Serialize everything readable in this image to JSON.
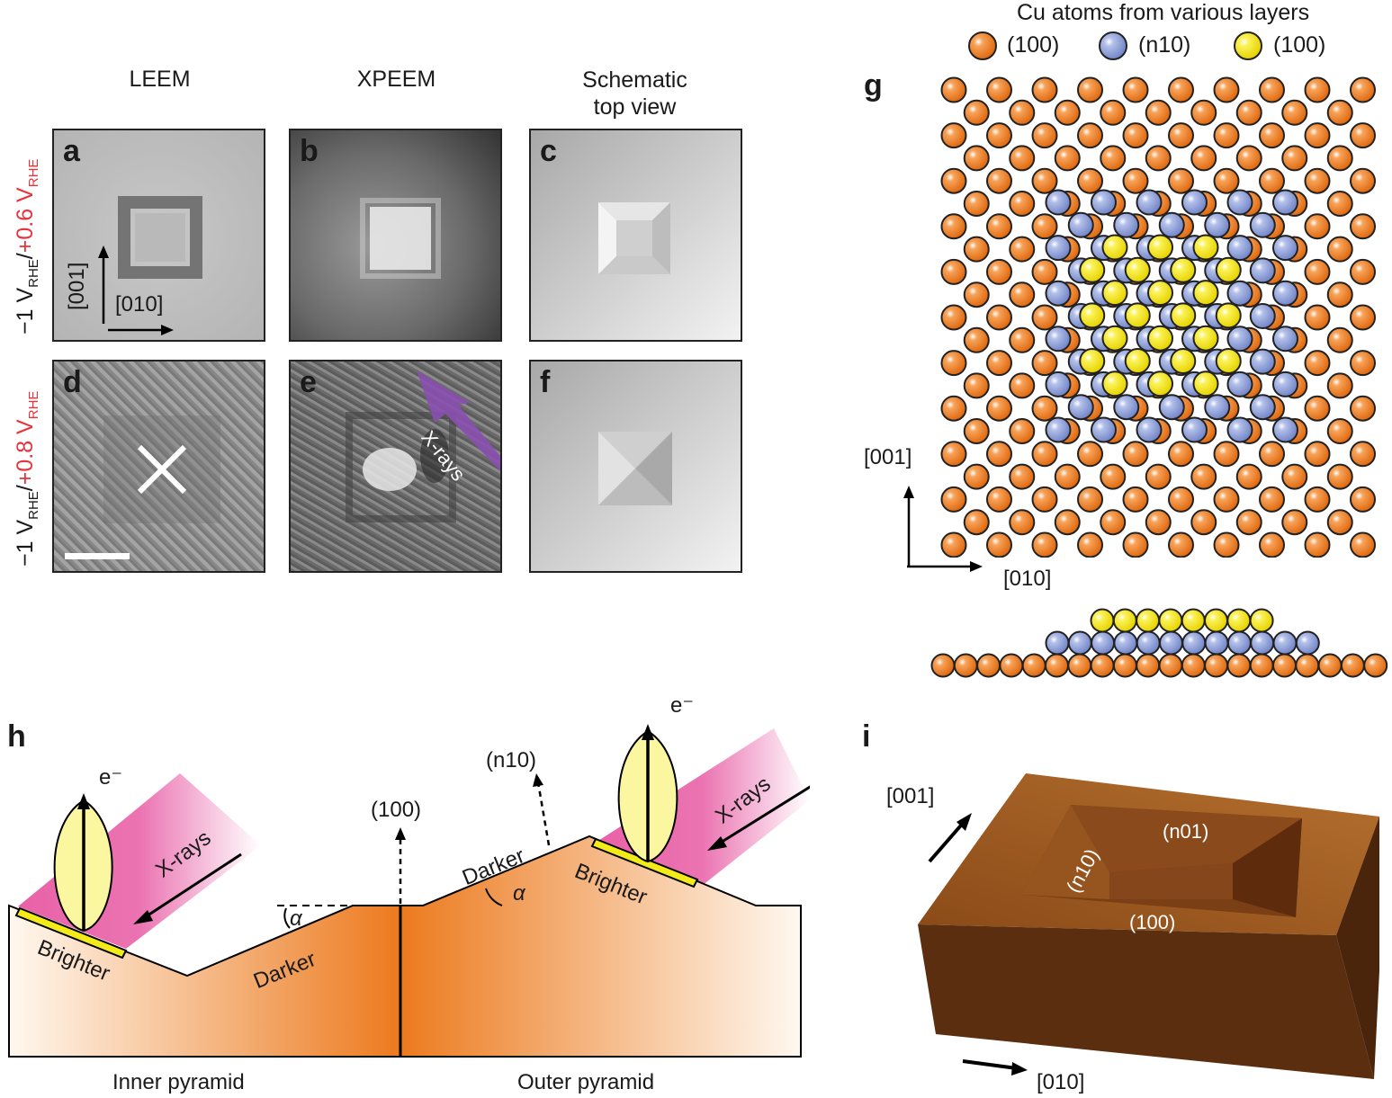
{
  "columns": {
    "leem": "LEEM",
    "xpeem": "XPEEM",
    "schematic_line1": "Schematic",
    "schematic_line2": "top view"
  },
  "rows": {
    "top": {
      "prefix": "−1 V",
      "sub1": "RHE",
      "slash": "/",
      "accent": "+0.6 V",
      "sub2": "RHE"
    },
    "bottom": {
      "prefix": "−1 V",
      "sub1": "RHE",
      "slash": "/",
      "accent": "+0.8 V",
      "sub2": "RHE"
    }
  },
  "panel_letters": {
    "a": "a",
    "b": "b",
    "c": "c",
    "d": "d",
    "e": "e",
    "f": "f",
    "g": "g",
    "h": "h",
    "i": "i"
  },
  "panel_a": {
    "dir1": "[001]",
    "dir2": "[010]"
  },
  "panel_e": {
    "beam": "X-rays"
  },
  "panel_g": {
    "legend_title": "Cu atoms from various layers",
    "legend": [
      {
        "label": "(100)",
        "color": "#f07f1f"
      },
      {
        "label": "(n10)",
        "color": "#8b9fd6"
      },
      {
        "label": "(100)",
        "color": "#f3ea1a"
      }
    ],
    "dir1": "[001]",
    "dir2": "[010]"
  },
  "panel_h": {
    "electron": "e⁻",
    "xrays": "X-rays",
    "brighter": "Brighter",
    "darker": "Darker",
    "alpha": "α",
    "normal_100": "(100)",
    "normal_n10": "(n10)",
    "inner": "Inner pyramid",
    "outer": "Outer pyramid"
  },
  "panel_i": {
    "dir1": "[001]",
    "dir2": "[010]",
    "facet_n01": "(n01)",
    "facet_n10": "(n10)",
    "facet_100": "(100)"
  },
  "colors": {
    "cu_orange": "#f07f1f",
    "n10_blue": "#8b9fd6",
    "top_yellow": "#f3ea1a",
    "accent_red": "#e8323c",
    "xray_purple": "#8a4fb0",
    "xray_pink": "#e6509e"
  }
}
